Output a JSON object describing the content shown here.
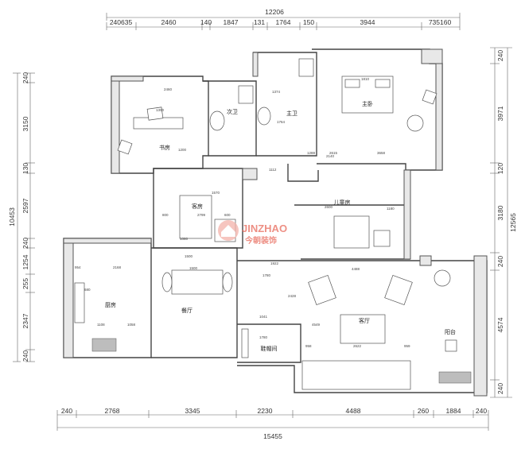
{
  "dimensions": {
    "top_total": "12206",
    "top": [
      "240635",
      "2460",
      "140",
      "1847",
      "131",
      "1764",
      "150",
      "3944",
      "735160"
    ],
    "bottom": [
      "240",
      "2768",
      "3345",
      "2230",
      "4488",
      "260",
      "1884",
      "240"
    ],
    "bottom_total": "15455",
    "left_total": "10453",
    "left": [
      "240",
      "3150",
      "130",
      "2597",
      "240",
      "1254",
      "255",
      "2347",
      "240"
    ],
    "right": [
      "240",
      "3971",
      "120",
      "3180",
      "240",
      "4574",
      "240"
    ],
    "right_total": "12565"
  },
  "rooms": {
    "study": "书房",
    "second_bath": "次卫",
    "master_bath": "主卫",
    "master_bedroom": "主卧",
    "guest_room": "客房",
    "kids_room": "儿童房",
    "kitchen": "厨房",
    "dining": "餐厅",
    "living": "客厅",
    "balcony": "阳台",
    "shoe_room": "鞋帽间"
  },
  "inner_dims": {
    "d1": "2460",
    "d2": "1300",
    "d3": "1374",
    "d4": "1810",
    "d5": "1764",
    "d6": "1112",
    "d7": "1200",
    "d8": "2140",
    "d9": "2600",
    "d10": "1780",
    "d11": "1500",
    "d12": "2168",
    "d13": "4488",
    "d14": "1922",
    "d15": "4549",
    "d16": "2622",
    "d17": "2799",
    "d18": "1500",
    "d19": "1108",
    "d20": "1058",
    "d21": "958",
    "d22": "959",
    "d23": "1041",
    "d24": "1780",
    "d25": "1288",
    "d26": "2615",
    "d27": "3658",
    "d28": "1080",
    "d29": "600",
    "d30": "800",
    "d31": "1570",
    "d32": "1180",
    "d33": "954",
    "d34": "680",
    "d35": "2428"
  },
  "watermark": {
    "brand_en": "JINZHAO",
    "brand_cn": "今朝装饰"
  },
  "colors": {
    "line": "#444444",
    "watermark": "#e86a5c",
    "fill": "#e8e8e8"
  }
}
